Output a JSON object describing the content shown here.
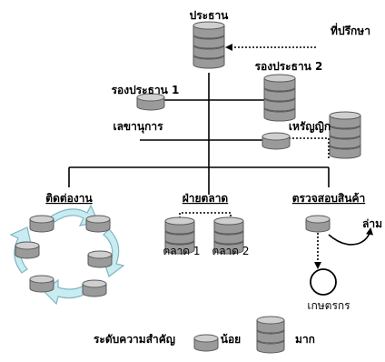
{
  "labels": {
    "president": "ประธาน",
    "advisor": "ที่ปรึกษา",
    "vice_president_1": "รองประธาน 1",
    "vice_president_2": "รองประธาน 2",
    "secretary": "เลขานุการ",
    "treasurer": "เหรัญญิก",
    "contact": "ติดต่องาน",
    "marketing": "ฝ่ายตลาด",
    "inspection": "ตรวจสอบสินค้า",
    "market_1": "ตลาด 1",
    "market_2": "ตลาด 2",
    "translator": "ล่าม",
    "farmer": "เกษตรกร"
  },
  "legend": {
    "title": "ระดับความสำคัญ",
    "low": "น้อย",
    "high": "มาก"
  },
  "colors": {
    "disk_side": "#9a9a9a",
    "disk_top": "#cfcfcf",
    "disk_stroke": "#5a5a5a",
    "arrow_fill": "#c8ecf0",
    "arrow_stroke": "#7fb6c4",
    "line": "#000000"
  }
}
